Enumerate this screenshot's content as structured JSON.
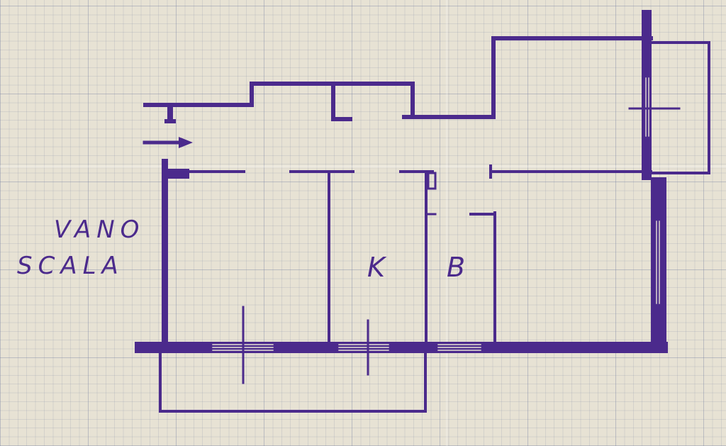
{
  "colors": {
    "paper": "#e7e2d4",
    "ink": "#4b2a8c",
    "grid": "#8088a8"
  },
  "labels": {
    "stair_line1": "VANO",
    "stair_line2": "SCALA",
    "kitchen": "K",
    "bath": "B"
  },
  "icons": {
    "entrance": "arrow-right-icon"
  }
}
